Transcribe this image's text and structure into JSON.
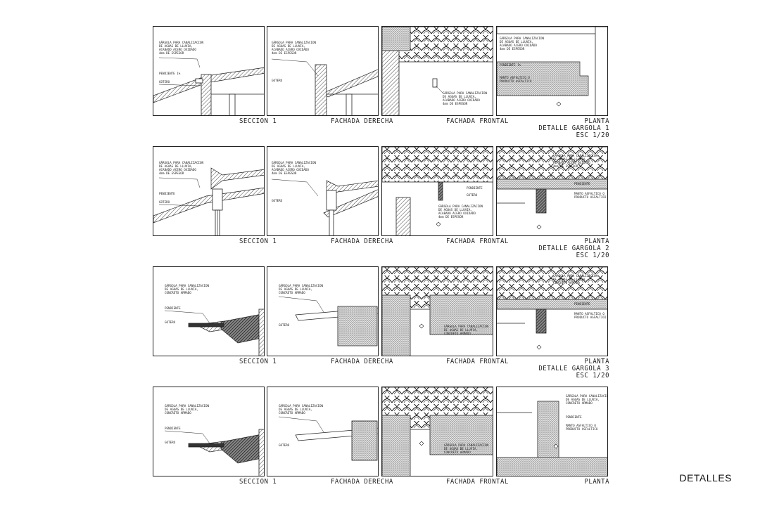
{
  "sheet_title": "DETALLES",
  "rows": [
    {
      "labels": {
        "section": "SECCION 1",
        "right_facade": "FACHADA DERECHA",
        "front_facade": "FACHADA FRONTAL",
        "plan": "PLANTA"
      },
      "detail_title": "DETALLE GARGOLA 1",
      "scale": "ESC 1/20",
      "notes": {
        "spout_a": [
          "GÁRGOLA PARA CANALIZACION",
          "DE AGUAS DE LLUVIA,",
          "ACABADO ACERO OXIDADO",
          "4mm DE ESPESOR"
        ],
        "spout_b": [
          "GÁRGOLA PARA CANALIZACION",
          "DE AGUAS DE LLUVIA,",
          "ACABADO ACERO OXIDADO",
          "4mm DE ESPESOR"
        ],
        "slope": "PENDIENTE 1%",
        "soffit": "GOTERO",
        "waterproof": [
          "MANTO ASFALTICO O",
          "PRODUCTO ASFALTICO"
        ]
      }
    },
    {
      "labels": {
        "section": "SECCION 1",
        "right_facade": "FACHADA DERECHA",
        "front_facade": "FACHADA FRONTAL",
        "plan": "PLANTA"
      },
      "detail_title": "DETALLE GARGOLA 2",
      "scale": "ESC 1/20",
      "notes": {
        "spout_a": [
          "GÁRGOLA PARA CANALIZACION",
          "DE AGUAS DE LLUVIA,",
          "ACABADO ACERO OXIDADO",
          "4mm DE ESPESOR"
        ],
        "spout_b": [
          "GÁRGOLA PARA CANALIZACION",
          "DE AGUAS DE LLUVIA,",
          "ACABADO ACERO OXIDADO",
          "4mm DE ESPESOR"
        ],
        "slope": "PENDIENTE",
        "soffit": "GOTERO",
        "waterproof": [
          "MANTO ASFALTICO O",
          "PRODUCTO ASFALTICO"
        ]
      }
    },
    {
      "labels": {
        "section": "SECCION 1",
        "right_facade": "FACHADA DERECHA",
        "front_facade": "FACHADA FRONTAL",
        "plan": "PLANTA"
      },
      "detail_title": "DETALLE GARGOLA 3",
      "scale": "ESC 1/20",
      "notes": {
        "spout_a": [
          "GÁRGOLA PARA CANALIZACION",
          "DE AGUAS DE LLUVIA,",
          "CONCRETO ARMADO"
        ],
        "spout_b": [
          "GÁRGOLA PARA CANALIZACION",
          "DE AGUAS DE LLUVIA,",
          "CONCRETO ARMADO"
        ],
        "slope": "PENDIENTE",
        "soffit": "GOTERO",
        "waterproof": [
          "MANTO ASFALTICO O",
          "PRODUCTO ASFALTICO"
        ]
      }
    },
    {
      "labels": {
        "section": "SECCION 1",
        "right_facade": "FACHADA DERECHA",
        "front_facade": "FACHADA FRONTAL",
        "plan": "PLANTA"
      },
      "detail_title": "",
      "scale": "",
      "notes": {
        "spout_a": [
          "GÁRGOLA PARA CANALIZACION",
          "DE AGUAS DE LLUVIA,",
          "CONCRETO ARMADO"
        ],
        "spout_b": [
          "GÁRGOLA PARA CANALIZACION",
          "DE AGUAS DE LLUVIA,",
          "CONCRETO ARMADO"
        ],
        "slope": "PENDIENTE",
        "soffit": "GOTERO",
        "waterproof": [
          "MANTO ASFALTICO O",
          "PRODUCTO ASFALTICO"
        ]
      }
    }
  ]
}
